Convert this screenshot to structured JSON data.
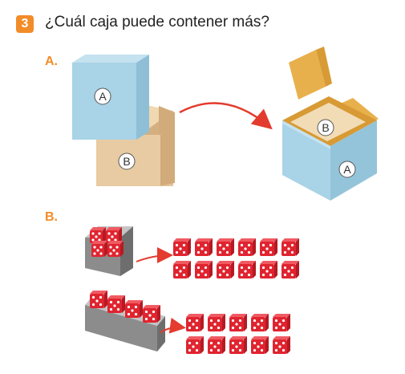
{
  "question": {
    "number": "3",
    "text": "¿Cuál caja puede contener más?"
  },
  "part_a": {
    "label": "A.",
    "box_a_label": "A",
    "box_b_label": "B",
    "colors": {
      "box_a": "#a9d3e6",
      "box_b": "#e4c59a",
      "open_box_lid": "#e8b04c",
      "arrow": "#e33b2e"
    }
  },
  "part_b": {
    "label": "B.",
    "rows": [
      {
        "source_dice": 4,
        "result_dice": 12
      },
      {
        "source_dice": 4,
        "result_dice": 10
      }
    ],
    "colors": {
      "die_face": "#e0242f",
      "pip": "#ffffff",
      "base": "#8c8c8c"
    }
  }
}
